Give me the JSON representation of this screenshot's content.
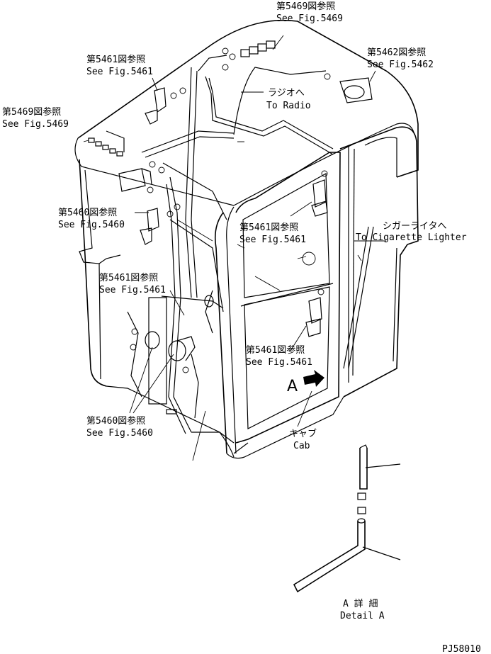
{
  "callouts": {
    "fig5469_top": {
      "jp": "第5469図参照",
      "en": "See Fig.5469"
    },
    "fig5461_top": {
      "jp": "第5461図参照",
      "en": "See Fig.5461"
    },
    "fig5462": {
      "jp": "第5462図参照",
      "en": "See Fig.5462"
    },
    "radio": {
      "jp": "ラジオへ",
      "en": "To Radio"
    },
    "fig5469_left": {
      "jp": "第5469図参照",
      "en": "See Fig.5469"
    },
    "fig5460_mid": {
      "jp": "第5460図参照",
      "en": "See Fig.5460"
    },
    "fig5461_door": {
      "jp": "第5461図参照",
      "en": "See Fig.5461"
    },
    "cigarette": {
      "jp": "シガーライタへ",
      "en": "To Cigarette Lighter"
    },
    "fig5461_left": {
      "jp": "第5461図参照",
      "en": "See Fig.5461"
    },
    "fig5461_door_low": {
      "jp": "第5461図参照",
      "en": "See Fig.5461"
    },
    "fig5460_low": {
      "jp": "第5460図参照",
      "en": "See Fig.5460"
    },
    "cab": {
      "jp": "キャブ",
      "en": "Cab"
    },
    "detail": {
      "jp": "A 詳 細",
      "en": "Detail A"
    }
  },
  "view_marker": "A",
  "drawing_number": "PJ58010"
}
